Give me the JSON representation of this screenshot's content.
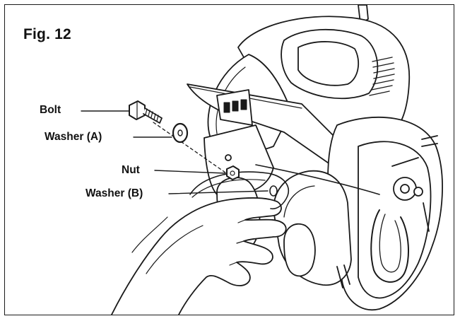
{
  "figure": {
    "title": "Fig. 12",
    "callouts": {
      "bolt": "Bolt",
      "washer_a": "Washer (A)",
      "nut": "Nut",
      "washer_b": "Washer (B)"
    }
  }
}
